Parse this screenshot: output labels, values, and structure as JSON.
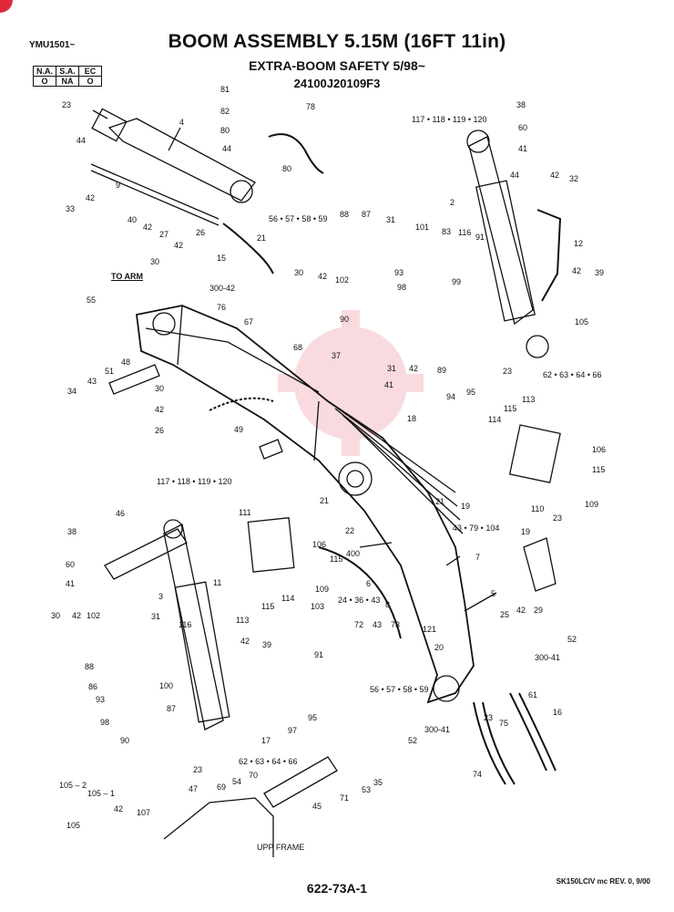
{
  "header": {
    "model_code": "YMU1501~",
    "title": "BOOM ASSEMBLY 5.15M (16FT 11in)",
    "subtitle": "EXTRA-BOOM SAFETY 5/98~",
    "part_number": "24100J20109F3"
  },
  "applicability": {
    "columns": [
      "N.A.",
      "S.A.",
      "EC"
    ],
    "values": [
      "O",
      "NA",
      "O"
    ]
  },
  "annotations": {
    "to_arm": "TO ARM",
    "upp_frame": "UPP FRAME"
  },
  "footer": {
    "figure_number": "622-73A-1",
    "revision": "SK150LCIV mc REV. 0, 9/00"
  },
  "part_labels": {
    "p81": "81",
    "p82": "82",
    "p80a": "80",
    "p44a": "44",
    "p78": "78",
    "p80b": "80",
    "p23a": "23",
    "p4": "4",
    "p44b": "44",
    "p9": "9",
    "p33": "33",
    "p42a": "42",
    "p40": "40",
    "p42b": "42",
    "p27": "27",
    "p56a": "56 • 57 • 58 • 59",
    "p21a": "21",
    "p15": "15",
    "p26a": "26",
    "p42c": "42",
    "p30a": "30",
    "p300a": "300-42",
    "p55": "55",
    "p76": "76",
    "p67": "67",
    "p68": "68",
    "p37": "37",
    "p41a": "41",
    "p18": "18",
    "p43a": "43",
    "p51": "51",
    "p48": "48",
    "p34": "34",
    "p30b": "30",
    "p42d": "42",
    "p26b": "26",
    "p49": "49",
    "p117a": "117 • 118 • 119 • 120",
    "p38a": "38",
    "p60a": "60",
    "p41b": "41",
    "p2": "2",
    "p44c": "44",
    "p42e": "42",
    "p32": "32",
    "p12": "12",
    "p42f": "42",
    "p39a": "39",
    "p105a": "105",
    "p62a": "62 • 63 • 64 • 66",
    "p23b": "23",
    "p88a": "88",
    "p87a": "87",
    "p31a": "31",
    "p101": "101",
    "p83": "83",
    "p116a": "116",
    "p91": "91",
    "p99": "99",
    "p30c": "30",
    "p42g": "42",
    "p102a": "102",
    "p93a": "93",
    "p98a": "98",
    "p90a": "90",
    "p31b": "31",
    "p42h": "42",
    "p89": "89",
    "p94": "94",
    "p95a": "95",
    "p113a": "113",
    "p115a": "115",
    "p114a": "114",
    "p106a": "106",
    "p115b": "115",
    "p110": "110",
    "p109a": "109",
    "p21b": "21",
    "p19a": "19",
    "p117b": "117 • 118 • 119 • 120",
    "p46": "46",
    "p38b": "38",
    "p60b": "60",
    "p41c": "41",
    "p3": "3",
    "p11": "11",
    "p111": "111",
    "p106b": "106",
    "p115c": "115",
    "p109b": "109",
    "p113b": "113",
    "p115d": "115",
    "p114b": "114",
    "p21c": "21",
    "p22": "22",
    "p400": "400",
    "p43_79": "43 • 79 • 104",
    "p7": "7",
    "p6": "6",
    "p24": "24 • 36 • 43",
    "p5": "5",
    "p8": "8",
    "p19b": "19",
    "p23c": "23",
    "p103": "103",
    "p91b": "91",
    "p30d": "30",
    "p42i": "42",
    "p102b": "102",
    "p31c": "31",
    "p116b": "116",
    "p88b": "88",
    "p86": "86",
    "p100": "100",
    "p42j": "42",
    "p39b": "39",
    "p93b": "93",
    "p87b": "87",
    "p98b": "98",
    "p90b": "90",
    "p17": "17",
    "p97": "97",
    "p95b": "95",
    "p62b": "62 • 63 • 64 • 66",
    "p23d": "23",
    "p72": "72",
    "p43b": "43",
    "p73": "73",
    "p121": "121",
    "p20": "20",
    "p25": "25",
    "p42k": "42",
    "p29": "29",
    "p52a": "52",
    "p300b": "300-41",
    "p56b": "56 • 57 • 58 • 59",
    "p52b": "52",
    "p300c": "300-41",
    "p23e": "23",
    "p61": "61",
    "p75": "75",
    "p16": "16",
    "p74": "74",
    "p105b": "105 – 2",
    "p105c": "105 – 1",
    "p42l": "42",
    "p107": "107",
    "p105d": "105",
    "p47": "47",
    "p69": "69",
    "p54": "54",
    "p70": "70",
    "p45": "45",
    "p71": "71",
    "p53": "53",
    "p35": "35"
  }
}
